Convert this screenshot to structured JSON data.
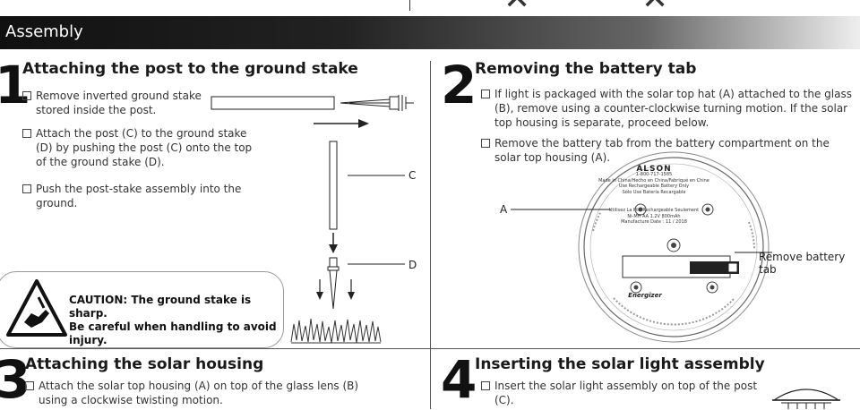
{
  "section_title": "Assembly",
  "step1": {
    "number": "1",
    "heading": "Attaching the post to the ground stake",
    "bullets": [
      "Remove inverted ground stake stored inside the post.",
      "Attach the post (C) to the ground stake (D) by pushing the post (C) onto the top of the ground stake (D).",
      "Push the post-stake assembly into the ground."
    ],
    "label_c": "C",
    "label_d": "D",
    "caution_line1": "CAUTION: The ground stake is sharp.",
    "caution_line2": "Be careful when handling to avoid injury."
  },
  "step2": {
    "number": "2",
    "heading": "Removing the battery tab",
    "bullets": [
      "If light is packaged with the solar top hat (A) attached to the glass (B), remove using a counter-clockwise turning motion.  If the solar top housing is separate, proceed below.",
      "Remove the battery tab from the battery compartment on the solar top housing (A)."
    ],
    "label_a": "A",
    "label_tab": "Remove battery tab",
    "disc": {
      "brand": "ALSON",
      "phone": "1-800-717-1585",
      "line1": "Made in China/Hecho en China/Fabriqué en Chine",
      "line2": "Use Rechargeable Battery Only",
      "line3": "Sólo Use Batería Recargable",
      "line4": "Utilisez La Pile Rechargeable Seulement",
      "line5": "Ni-MH  AA 1.2V 800mAh",
      "line6": "Manufacture Date : 11 / 2018",
      "battery_brand": "Energizer"
    }
  },
  "step3": {
    "number": "3",
    "heading": "Attaching the solar housing",
    "bullets": [
      "Attach the solar top housing (A) on top of the glass lens (B) using a clockwise twisting motion."
    ]
  },
  "step4": {
    "number": "4",
    "heading": "Inserting the solar light assembly",
    "bullets": [
      "Insert the solar light assembly on top of the post (C)."
    ]
  }
}
